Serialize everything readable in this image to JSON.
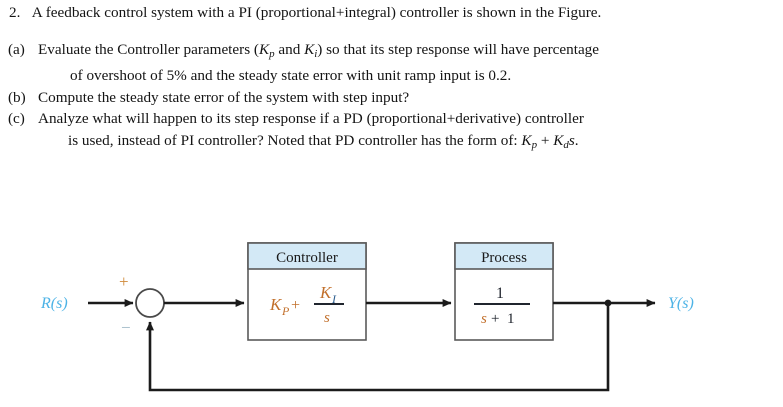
{
  "question": {
    "number": "2.",
    "intro": "A feedback control system with a PI (proportional+integral) controller is shown in the Figure.",
    "items": [
      {
        "label": "(a)",
        "line1_pre": "Evaluate the Controller parameters (",
        "line1_k1": "K",
        "line1_k1sub": "p",
        "line1_mid": " and ",
        "line1_k2": "K",
        "line1_k2sub": "i",
        "line1_post": ") so that its step response will have percentage",
        "line2": "of overshoot of 5% and the steady state error with unit ramp input is 0.2."
      },
      {
        "label": "(b)",
        "line1": "Compute the steady state error of the system with step input?"
      },
      {
        "label": "(c)",
        "line1": "Analyze what will happen to its step response if a PD (proportional+derivative) controller",
        "line2_pre": "is used, instead of PI controller? Noted that PD controller has the form of: ",
        "line2_k1": "K",
        "line2_k1sub": "p",
        "line2_plus": " + ",
        "line2_k2": "K",
        "line2_k2sub": "d",
        "line2_s": "s",
        "line2_end": "."
      }
    ]
  },
  "diagram": {
    "input_label": "R(s)",
    "output_label": "Y(s)",
    "sum_plus": "+",
    "sum_minus": "−",
    "controller": {
      "header": "Controller",
      "term_k": "K",
      "term_ksub": "P",
      "term_plus": "+",
      "num_k": "K",
      "num_ksub": "I",
      "den": "s"
    },
    "process": {
      "header": "Process",
      "numerator": "1",
      "den_s": "s",
      "den_plus": "+",
      "den_one": "1"
    },
    "colors": {
      "header_fill": "#d3e9f6",
      "header_stroke": "#5a5a5a",
      "box_stroke": "#5a5a5a",
      "line": "#1b1b1b",
      "signal_label": "#4db3e6",
      "math_orange": "#c2702c",
      "math_blue": "#2f5f8f",
      "plus_sign": "#d08a3a",
      "minus_sign": "#9fb8c6"
    }
  }
}
